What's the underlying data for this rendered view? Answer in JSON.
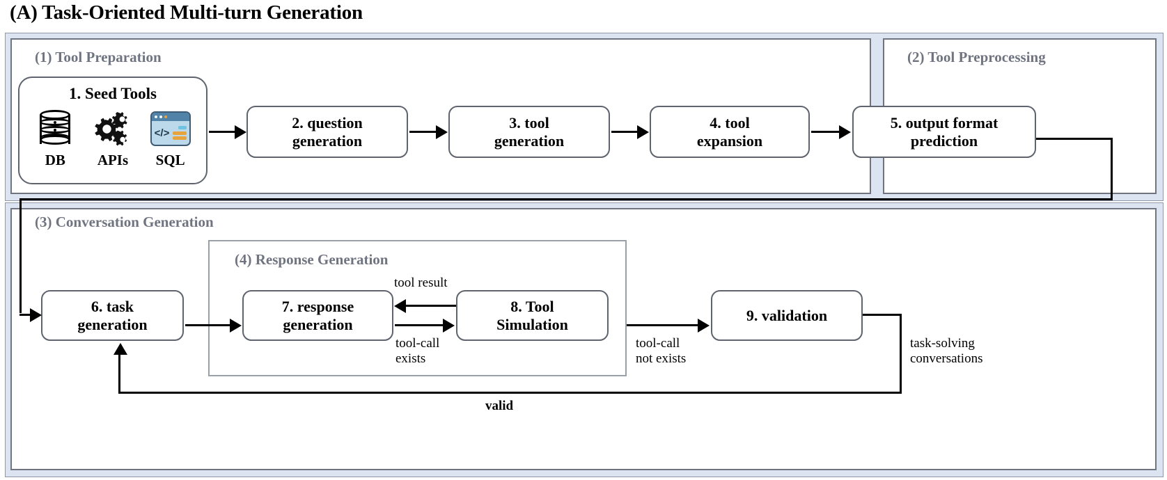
{
  "figure": {
    "title": "(A) Task-Oriented Multi-turn Generation"
  },
  "panels": {
    "p1": "(1) Tool Preparation",
    "p2": "(2) Tool Preprocessing",
    "p3": "(3) Conversation Generation",
    "p4": "(4) Response Generation"
  },
  "nodes": {
    "seed": {
      "title": "1. Seed Tools",
      "items": [
        {
          "icon": "database-icon",
          "caption": "DB"
        },
        {
          "icon": "gears-icon",
          "caption": "APIs"
        },
        {
          "icon": "code-window-icon",
          "caption": "SQL"
        }
      ]
    },
    "n2": "2. question\ngeneration",
    "n3": "3. tool\ngeneration",
    "n4": "4. tool\nexpansion",
    "n5": "5. output format\nprediction",
    "n6": "6. task\ngeneration",
    "n7": "7. response\ngeneration",
    "n8": "8. Tool\nSimulation",
    "n9": "9. validation"
  },
  "edge_labels": {
    "tool_result": "tool result",
    "tool_call_exists": "tool-call\nexists",
    "tool_call_not_exists": "tool-call\nnot exists",
    "task_solving": "task-solving\nconversations",
    "valid": "valid"
  },
  "colors": {
    "outer_frame": "#dbe4f0",
    "panel_border": "#6f7480",
    "panel_title": "#6f7480",
    "node_border": "#5e636d",
    "line": "#000000",
    "sql_icon_body": "#bcd9ec",
    "sql_icon_bar": "#5182a8",
    "sql_icon_accent": "#e8a33d"
  }
}
